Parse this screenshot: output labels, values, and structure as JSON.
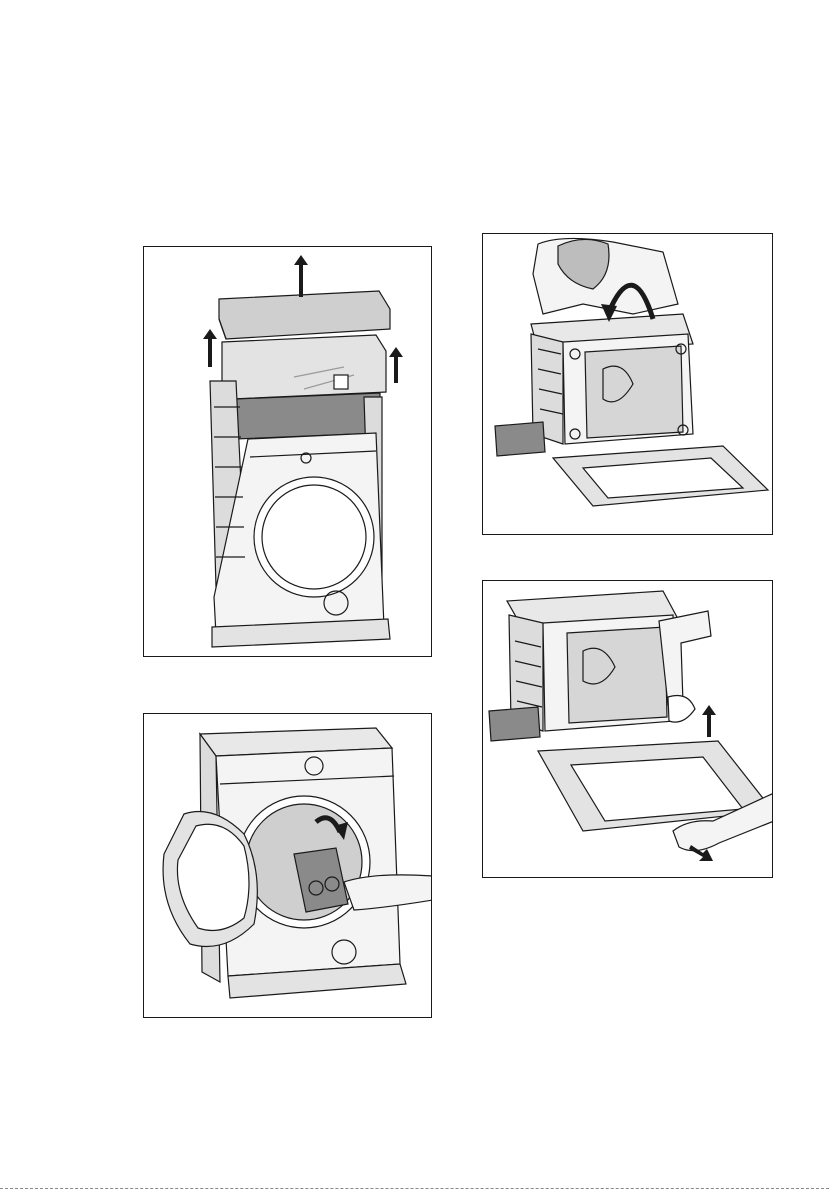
{
  "figures": [
    {
      "id": "p1",
      "icon": "remove-packaging-illustration"
    },
    {
      "id": "p2",
      "icon": "tilt-machine-illustration"
    },
    {
      "id": "p3",
      "icon": "remove-base-illustration"
    },
    {
      "id": "p4",
      "icon": "remove-drum-insert-illustration"
    }
  ],
  "colors": {
    "line": "#1a1a1a",
    "tint": "#cfcfcf",
    "dark": "#8a8a8a",
    "paper": "#ffffff"
  }
}
